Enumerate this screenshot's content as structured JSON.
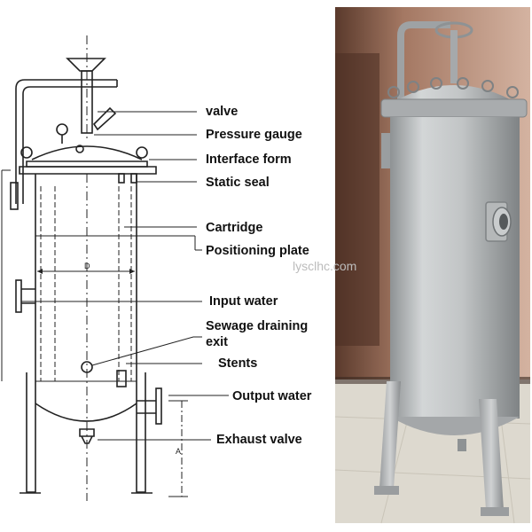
{
  "labels": [
    {
      "id": "valve",
      "text": "valve"
    },
    {
      "id": "pressure-gauge",
      "text": "Pressure gauge"
    },
    {
      "id": "interface-form",
      "text": "Interface form"
    },
    {
      "id": "static-seal",
      "text": "Static seal"
    },
    {
      "id": "cartridge",
      "text": "Cartridge"
    },
    {
      "id": "positioning-plate",
      "text": "Positioning plate"
    },
    {
      "id": "input-water",
      "text": "Input water"
    },
    {
      "id": "sewage-draining-exit-1",
      "text": "Sewage draining"
    },
    {
      "id": "sewage-draining-exit-2",
      "text": "exit"
    },
    {
      "id": "stents",
      "text": "Stents"
    },
    {
      "id": "output-water",
      "text": "Output water"
    },
    {
      "id": "exhaust-valve",
      "text": "Exhaust valve"
    }
  ],
  "watermark": "lysclhc.com",
  "dimension_marks": {
    "d": "D",
    "a": "A"
  },
  "colors": {
    "line": "#222222",
    "steel": "#b9bcbd",
    "wall": "#c79a84",
    "floor": "#ddd9cf"
  }
}
